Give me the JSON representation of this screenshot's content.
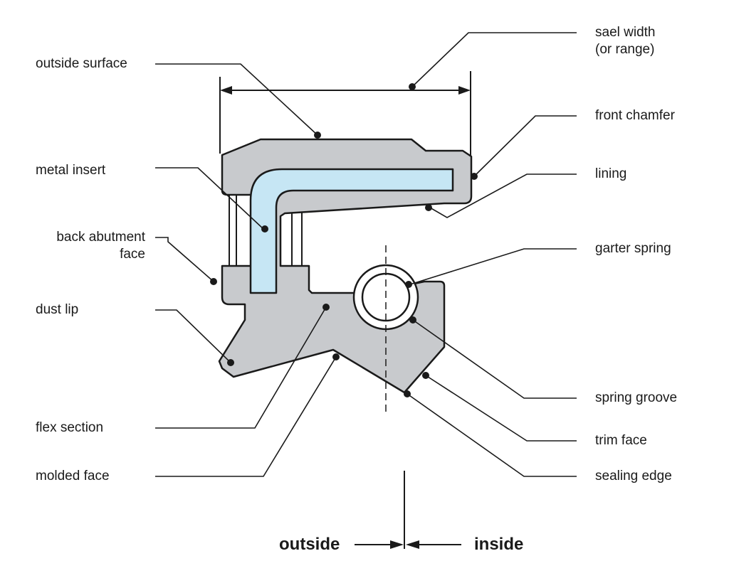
{
  "labels": {
    "outside_surface": "outside surface",
    "metal_insert": "metal insert",
    "back_abutment_face_line1": "back abutment",
    "back_abutment_face_line2": "face",
    "dust_lip": "dust lip",
    "flex_section": "flex section",
    "molded_face": "molded face",
    "seal_width_line1": "sael width",
    "seal_width_line2": "(or range)",
    "front_chamfer": "front chamfer",
    "lining": "lining",
    "garter_spring": "garter spring",
    "spring_groove": "spring groove",
    "trim_face": "trim face",
    "sealing_edge": "sealing edge"
  },
  "directions": {
    "outside": "outside",
    "inside": "inside"
  },
  "colors": {
    "seal_body": "#c8cacd",
    "metal_insert": "#c6e6f4",
    "outline": "#1a1a1a",
    "background": "#ffffff"
  }
}
